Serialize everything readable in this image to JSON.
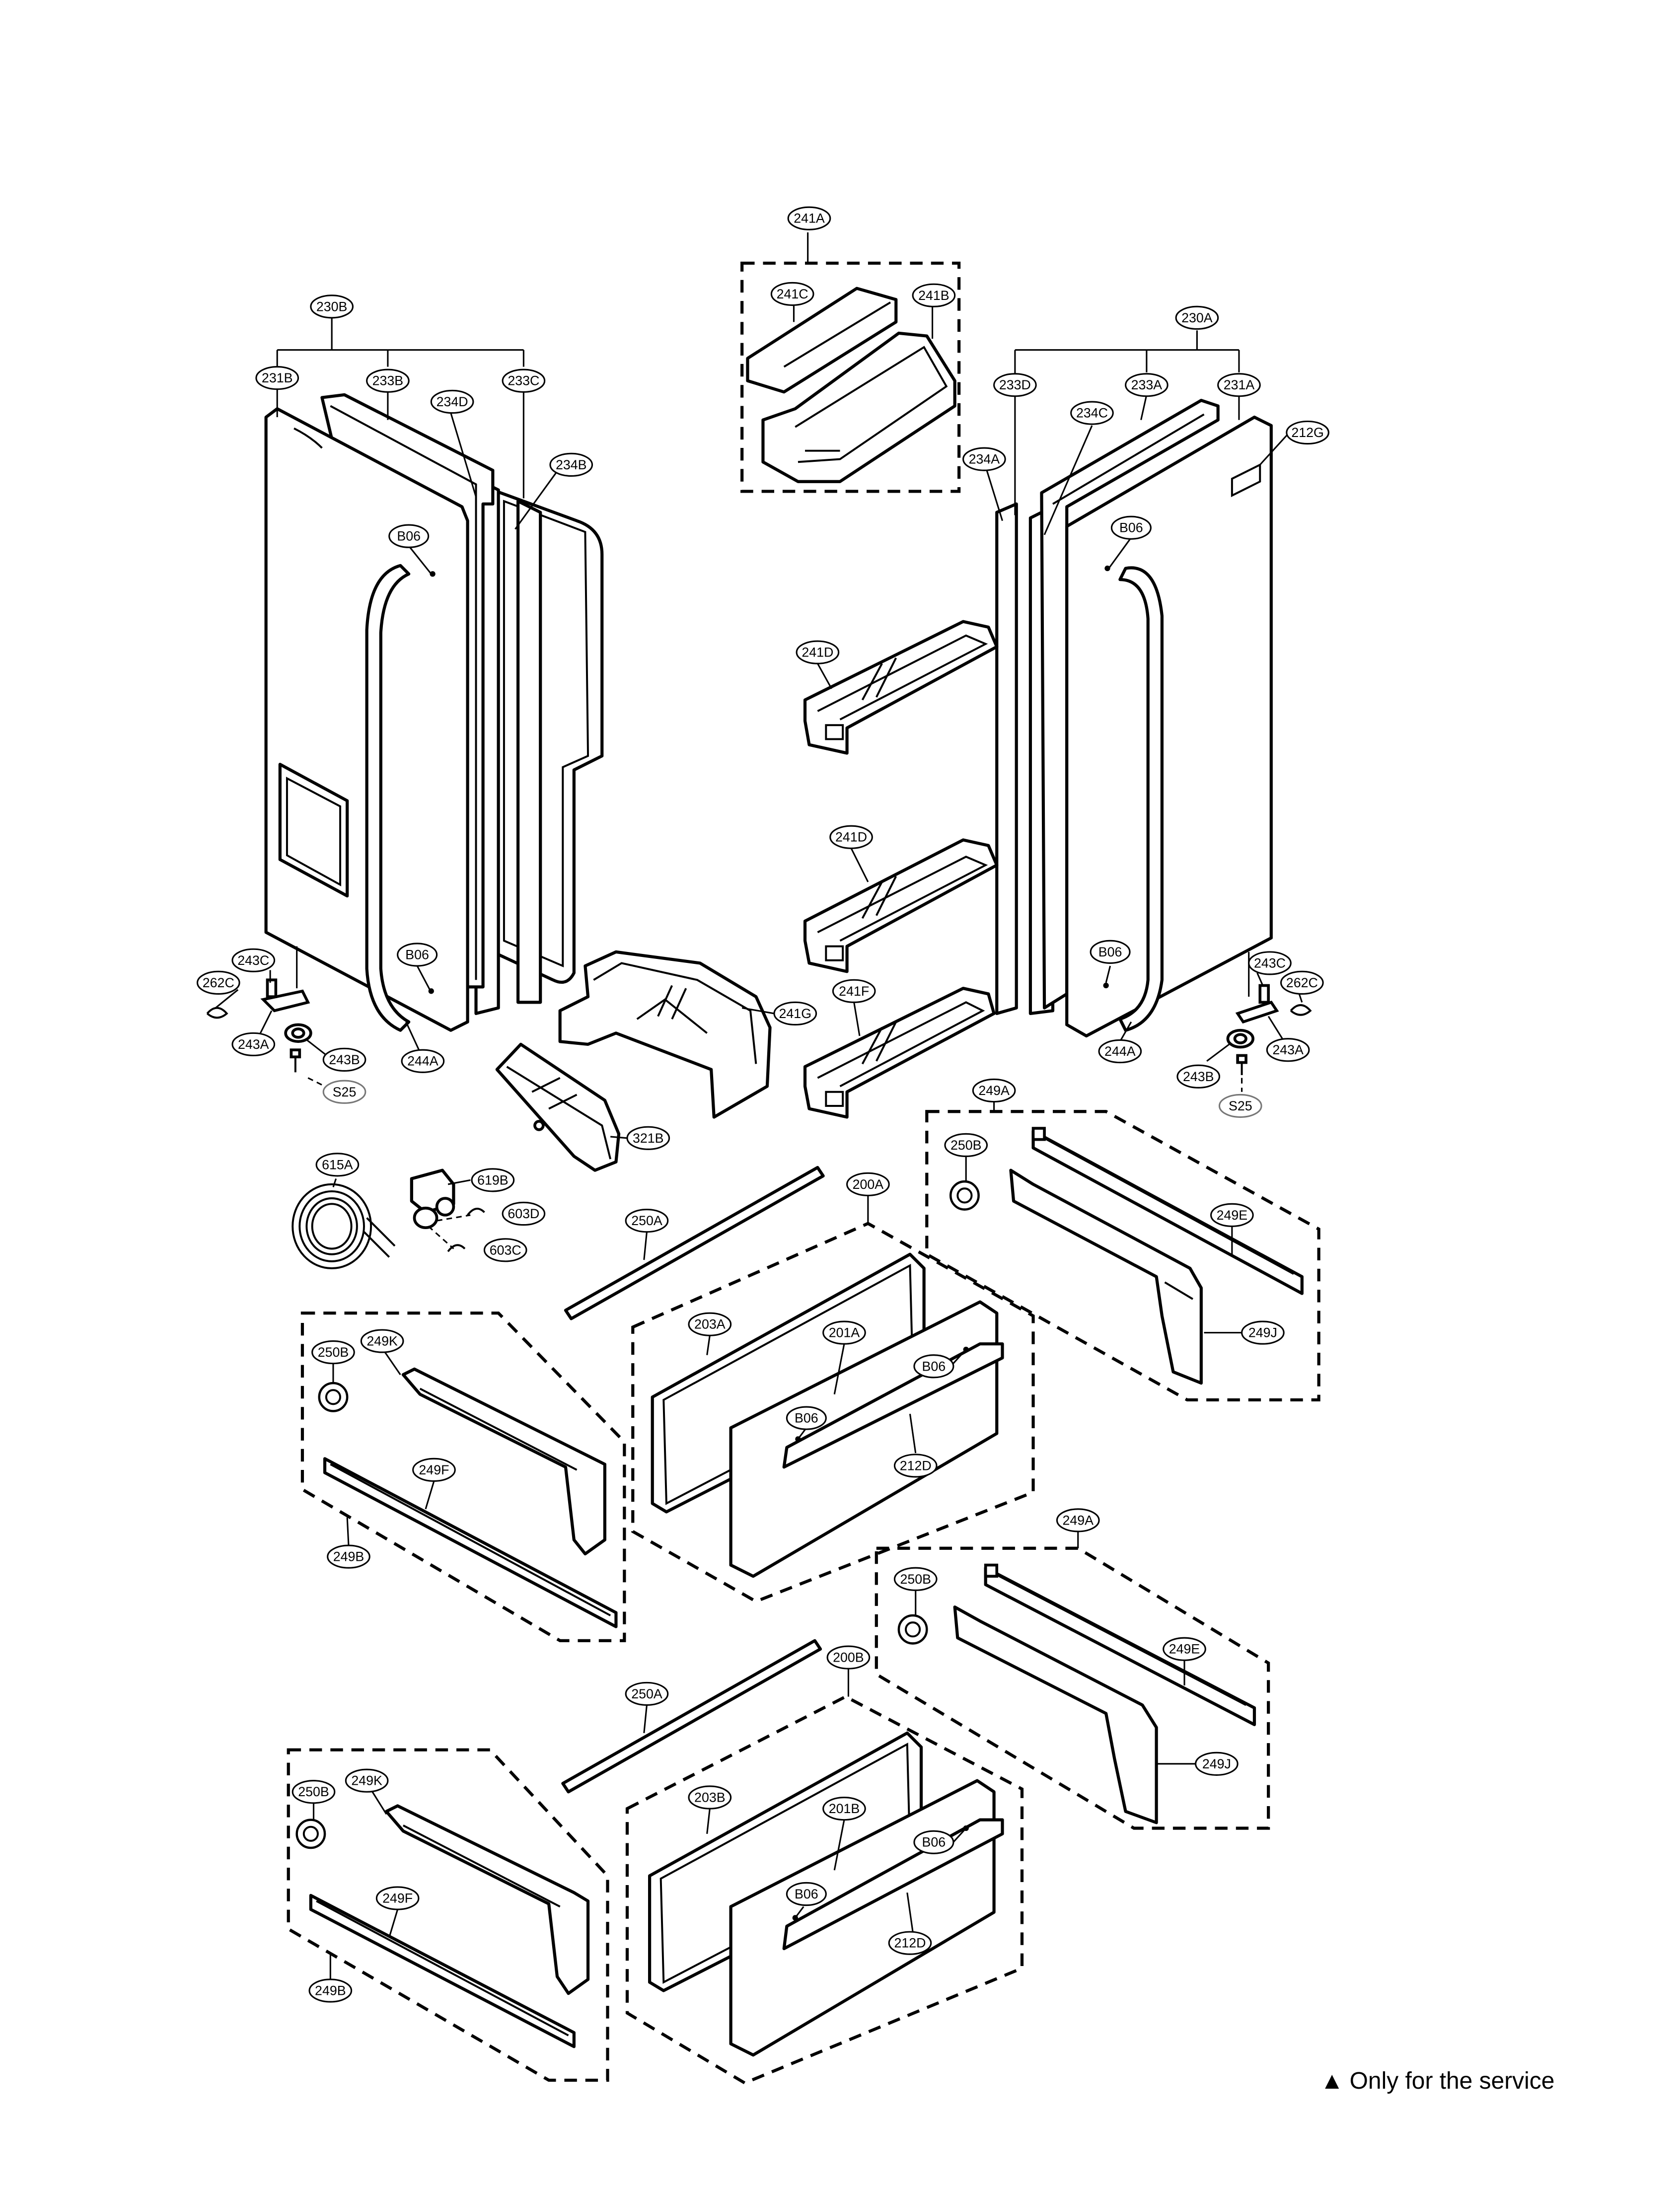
{
  "labels": {
    "l241A": "241A",
    "l241C": "241C",
    "l241B": "241B",
    "l230B": "230B",
    "l231B": "231B",
    "l233B": "233B",
    "l234D": "234D",
    "l233C": "233C",
    "l234B": "234B",
    "l230A": "230A",
    "l233D": "233D",
    "l233A": "233A",
    "l231A": "231A",
    "l234C": "234C",
    "l234A": "234A",
    "l212G": "212G",
    "lB06a": "B06",
    "lB06b": "B06",
    "lB06c": "B06",
    "lB06d": "B06",
    "l241Da": "241D",
    "l241Db": "241D",
    "l241F": "241F",
    "l241G": "241G",
    "l321B": "321B",
    "l243Ca": "243C",
    "l262Ca": "262C",
    "l243Aa": "243A",
    "l243Ba": "243B",
    "lS25a": "S25",
    "l244Aa": "244A",
    "l243Cb": "243C",
    "l262Cb": "262C",
    "l243Ab": "243A",
    "l243Bb": "243B",
    "lS25b": "S25",
    "l244Ab": "244A",
    "l615A": "615A",
    "l619B": "619B",
    "l603D": "603D",
    "l603C": "603C",
    "l249Aa": "249A",
    "l250Ba": "250B",
    "l249Ea": "249E",
    "l249Ja": "249J",
    "l250Aa": "250A",
    "l200A": "200A",
    "l203A": "203A",
    "l201A": "201A",
    "lB06e": "B06",
    "lB06f": "B06",
    "l212Da": "212D",
    "l250Bb": "250B",
    "l249Ka": "249K",
    "l249Fa": "249F",
    "l249Ba": "249B",
    "l249Ab": "249A",
    "l250Bc": "250B",
    "l249Eb": "249E",
    "l249Jb": "249J",
    "l250Ab": "250A",
    "l200B": "200B",
    "l203B": "203B",
    "l201B": "201B",
    "lB06g": "B06",
    "lB06h": "B06",
    "l212Db": "212D",
    "l250Bd": "250B",
    "l249Kb": "249K",
    "l249Fb": "249F",
    "l249Bb": "249B"
  },
  "legend": {
    "marker": "▲",
    "text": "Only for the service"
  }
}
